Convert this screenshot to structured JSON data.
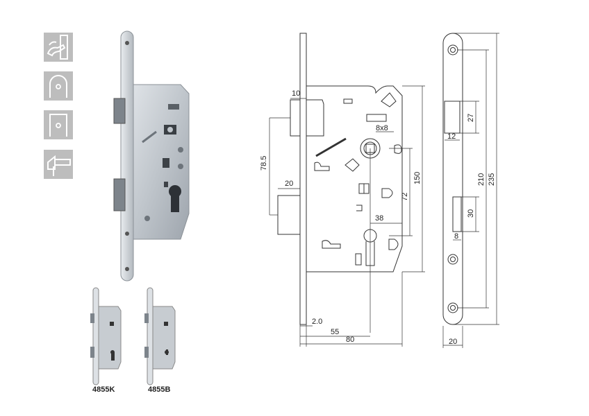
{
  "colors": {
    "tile_bg": "#bdbdbd",
    "tile_fg": "#ffffff",
    "steel": "#c9ced3",
    "line": "#333333"
  },
  "icons": [
    "door-lever-icon",
    "arch-keyhole-icon",
    "square-keyhole-icon",
    "latch-bolt-icon"
  ],
  "products": {
    "variant_k": "4855K",
    "variant_b": "4855B"
  },
  "dimensions": {
    "front_thickness": "10",
    "square": "8x8",
    "latch_height": "78.5",
    "bolt_width": "20",
    "height_150": "150",
    "center_72": "72",
    "cylinder_38": "38",
    "plate_2": "2.0",
    "backset_55": "55",
    "depth_80": "80",
    "strike_27": "27",
    "strike_12": "12",
    "strike_30": "30",
    "strike_8": "8",
    "length_210": "210",
    "length_235": "235",
    "strike_width_20": "20"
  }
}
